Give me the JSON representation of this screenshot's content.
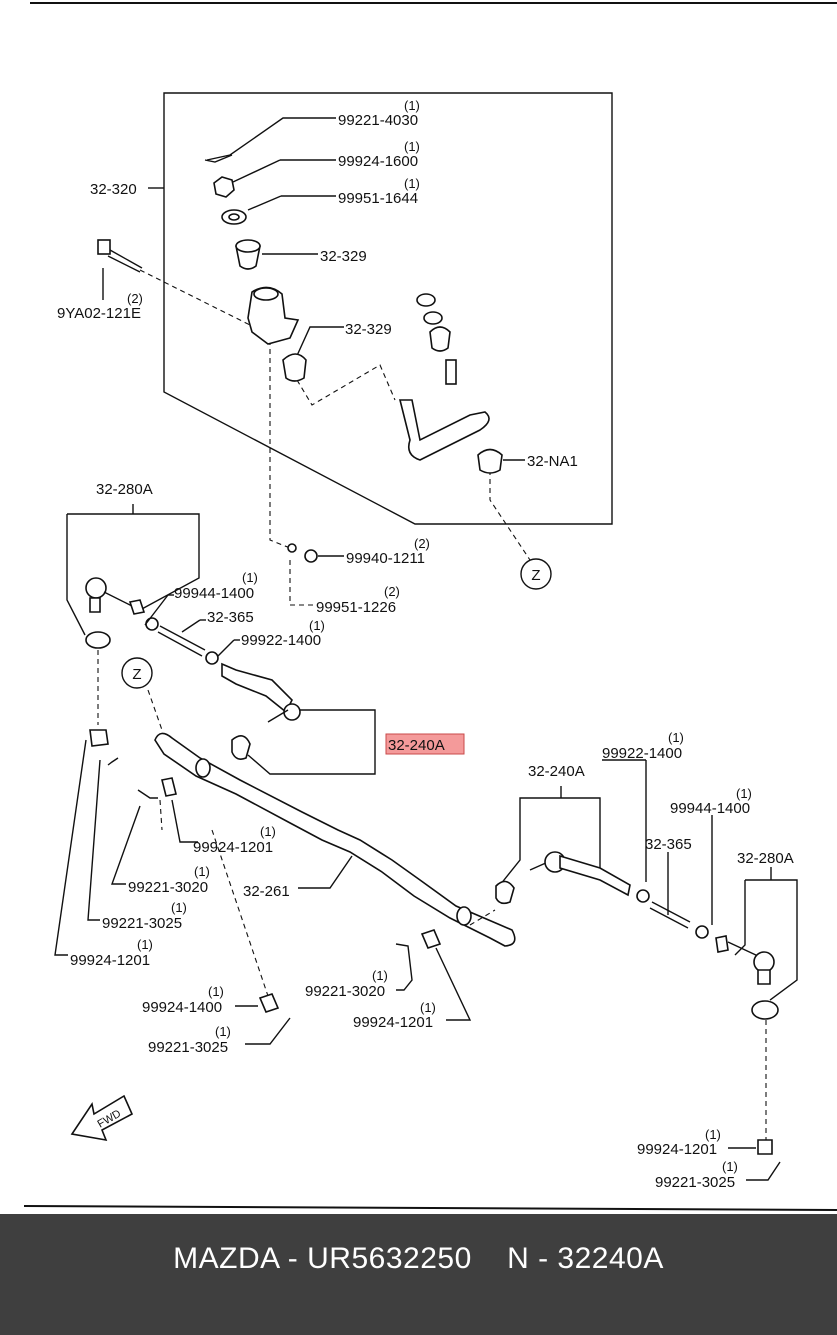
{
  "diagram": {
    "callouts": {
      "c_32_320": "32-320",
      "c_99221_4030": "99221-4030",
      "c_99924_1600": "99924-1600",
      "c_99951_1644": "99951-1644",
      "c_32_329_a": "32-329",
      "c_32_329_b": "32-329",
      "c_9ya02_121e": "9YA02-121E",
      "c_32_na1": "32-NA1",
      "c_99940_1211": "99940-1211",
      "c_99951_1226": "99951-1226",
      "c_32_280a_left": "32-280A",
      "c_99944_1400_left": "99944-1400",
      "c_32_365_left": "32-365",
      "c_99922_1400_left": "99922-1400",
      "c_32_240a_highlight": "32-240A",
      "c_32_240a_right": "32-240A",
      "c_99922_1400_right": "99922-1400",
      "c_99944_1400_right": "99944-1400",
      "c_32_365_right": "32-365",
      "c_32_280a_right": "32-280A",
      "c_99924_1201_a": "99924-1201",
      "c_99221_3020_a": "99221-3020",
      "c_99221_3025_a": "99221-3025",
      "c_99924_1201_b": "99924-1201",
      "c_32_261": "32-261",
      "c_99924_1400_bottom": "99924-1400",
      "c_99221_3025_b": "99221-3025",
      "c_99221_3020_b": "99221-3020",
      "c_99924_1201_c": "99924-1201",
      "c_99924_1201_d": "99924-1201",
      "c_99221_3025_c": "99221-3025"
    },
    "quantities": {
      "q_99221_4030": "(1)",
      "q_99924_1600": "(1)",
      "q_99951_1644": "(1)",
      "q_9ya02_121e": "(2)",
      "q_99940_1211": "(2)",
      "q_99951_1226": "(2)",
      "q_99944_1400_left": "(1)",
      "q_99922_1400_left": "(1)",
      "q_99922_1400_right": "(1)",
      "q_99944_1400_right": "(1)",
      "q_99924_1201_a": "(1)",
      "q_99221_3020_a": "(1)",
      "q_99221_3025_a": "(1)",
      "q_99924_1201_b": "(1)",
      "q_99924_1400_bottom": "(1)",
      "q_99221_3025_b": "(1)",
      "q_99221_3020_b": "(1)",
      "q_99924_1201_c": "(1)",
      "q_99924_1201_d": "(1)",
      "q_99221_3025_c": "(1)"
    },
    "reference_marks": {
      "z_top": "Z",
      "z_left": "Z"
    },
    "direction_arrow": "FWD",
    "highlight_color": "#f49a9a"
  },
  "footer": {
    "text": "MAZDA - UR5632250    N - 32240A",
    "background": "#3f3f3f"
  }
}
